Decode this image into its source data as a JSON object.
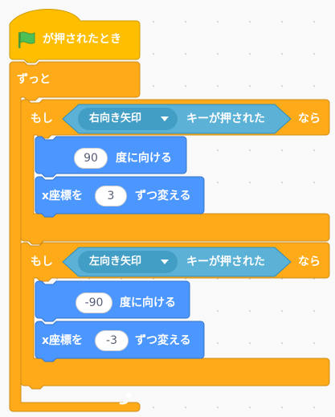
{
  "event": {
    "label": "が押されたとき"
  },
  "forever": {
    "label": "ずっと"
  },
  "if_blocks": [
    {
      "if_label": "もし",
      "then_label": "なら",
      "key_option": "右向き矢印",
      "sensing_label": "キーが押された",
      "point": {
        "label": "度に向ける",
        "value": "90"
      },
      "change": {
        "label": "x座標を",
        "suffix": "ずつ変える",
        "value": "3"
      }
    },
    {
      "if_label": "もし",
      "then_label": "なら",
      "key_option": "左向き矢印",
      "sensing_label": "キーが押された",
      "point": {
        "label": "度に向ける",
        "value": "-90"
      },
      "change": {
        "label": "x座標を",
        "suffix": "ずつ変える",
        "value": "-3"
      }
    }
  ],
  "colors": {
    "control": "#ffab19",
    "control_border": "#cf8b17",
    "events": "#ffbf00",
    "events_border": "#cc9900",
    "motion": "#4c97ff",
    "motion_border": "#3373cc",
    "sensing": "#5cb1d6",
    "sensing_dark": "#2e8eb8",
    "flag": "#4cbf56"
  }
}
